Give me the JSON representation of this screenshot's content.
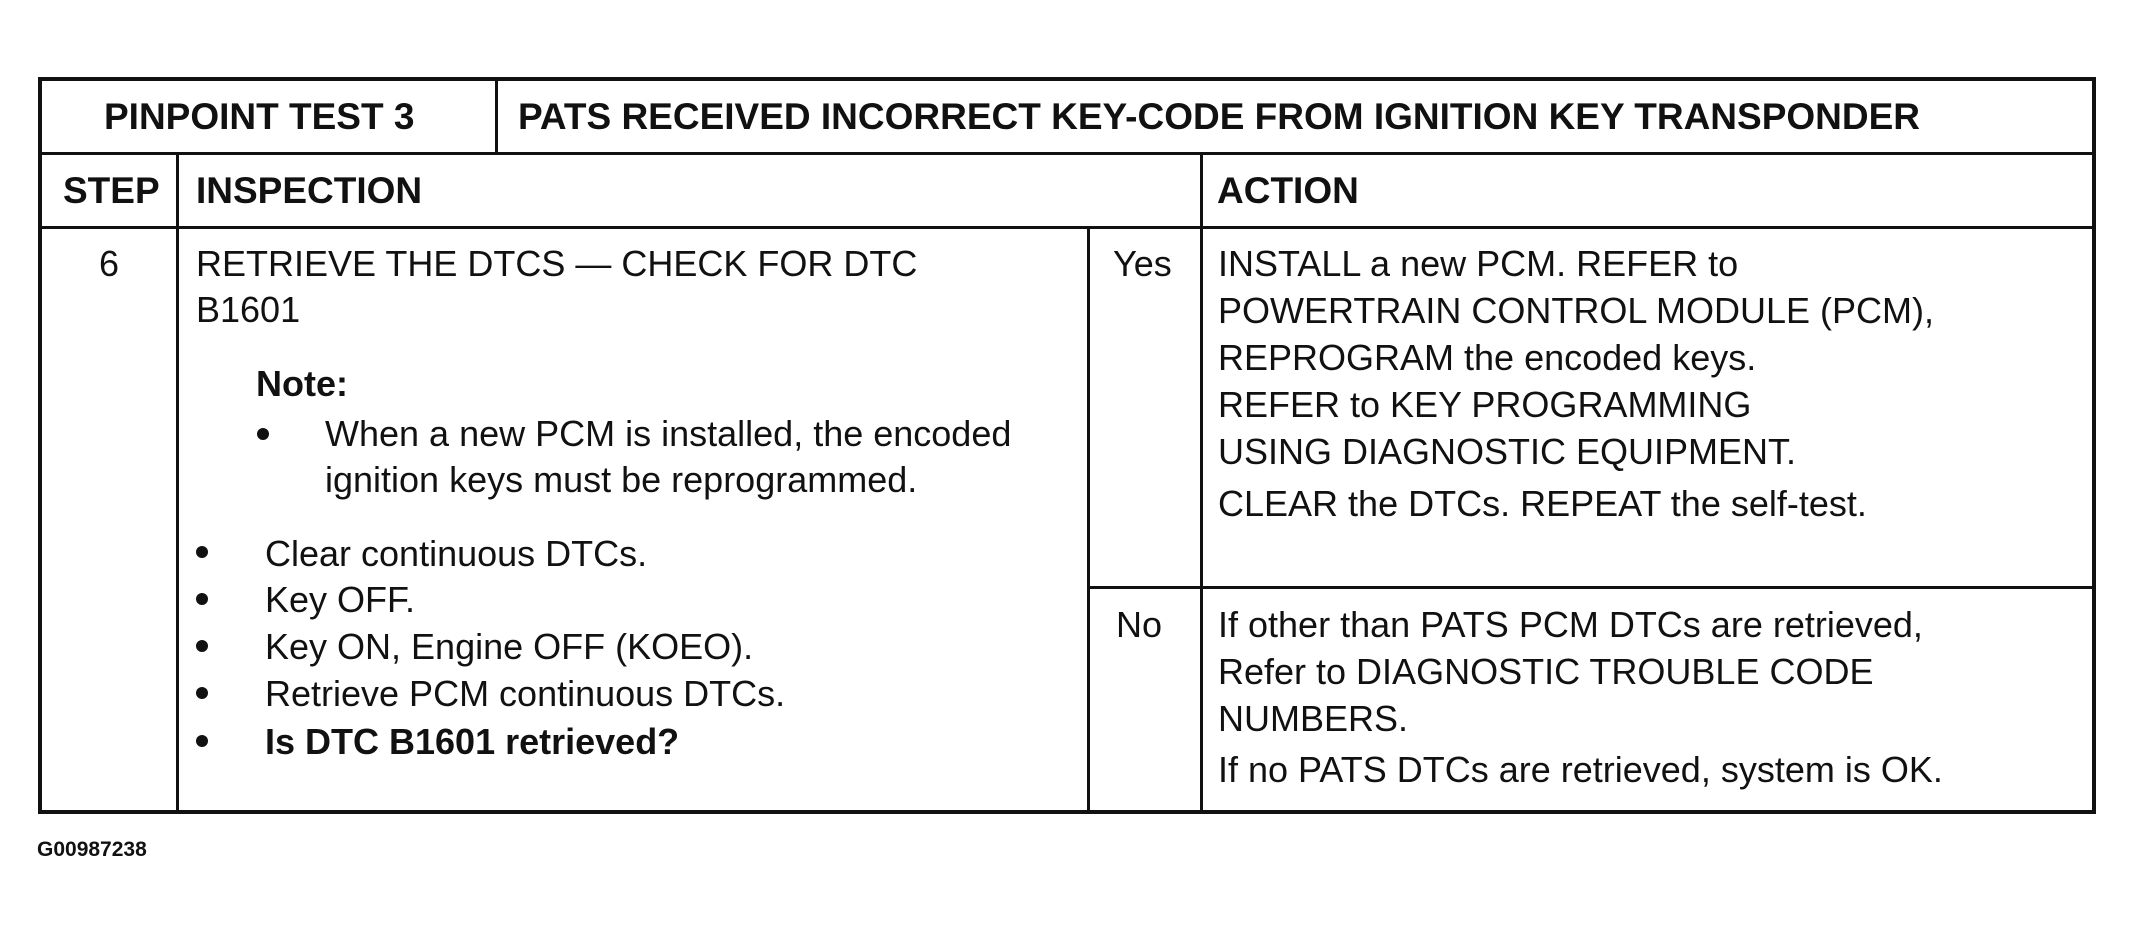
{
  "header": {
    "test_label": "PINPOINT TEST 3",
    "test_title": "PATS RECEIVED INCORRECT KEY-CODE FROM IGNITION KEY TRANSPONDER"
  },
  "columns": {
    "step": "STEP",
    "inspection": "INSPECTION",
    "action": "ACTION"
  },
  "row": {
    "step_number": "6",
    "inspection_title_line1": "RETRIEVE THE DTCS — CHECK FOR DTC",
    "inspection_title_line2": "B1601",
    "note_label": "Note:",
    "note_line1": "When a new PCM is installed, the encoded",
    "note_line2": "ignition keys must be reprogrammed.",
    "steps": [
      "Clear continuous DTCs.",
      "Key OFF.",
      "Key ON, Engine OFF (KOEO).",
      "Retrieve PCM continuous DTCs.",
      "Is DTC B1601 retrieved?"
    ],
    "yes_label": "Yes",
    "yes_action": [
      "INSTALL a new PCM. REFER to",
      "POWERTRAIN CONTROL MODULE (PCM),",
      "REPROGRAM the encoded keys.",
      "REFER to KEY PROGRAMMING",
      "USING DIAGNOSTIC EQUIPMENT.",
      "CLEAR the DTCs.  REPEAT the self-test."
    ],
    "no_label": "No",
    "no_action": [
      "If other than PATS PCM DTCs are retrieved,",
      "Refer to DIAGNOSTIC TROUBLE CODE",
      "NUMBERS.",
      "If no PATS DTCs are retrieved, system is OK."
    ]
  },
  "figure_id": "G00987238"
}
